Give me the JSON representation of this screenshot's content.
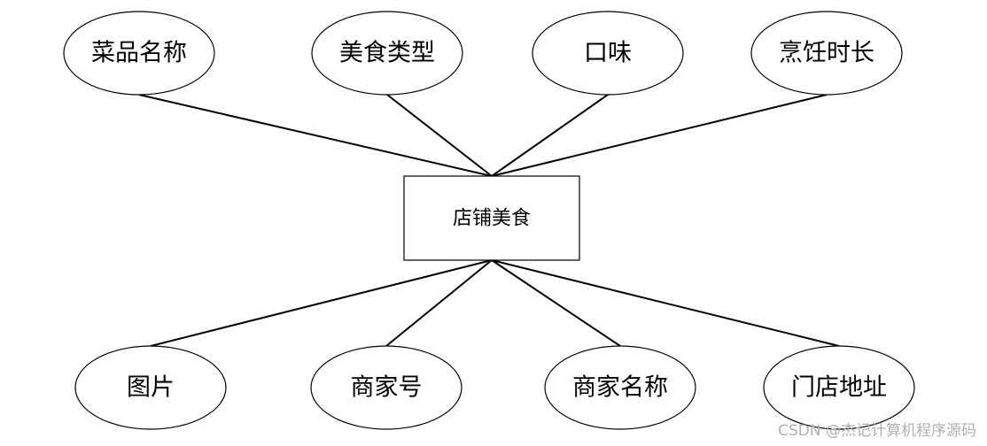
{
  "entity": {
    "name": "店铺美食"
  },
  "attributes": [
    {
      "label": "菜品名称"
    },
    {
      "label": "美食类型"
    },
    {
      "label": "口味"
    },
    {
      "label": "烹饪时长"
    },
    {
      "label": "图片"
    },
    {
      "label": "商家号"
    },
    {
      "label": "商家名称"
    },
    {
      "label": "门店地址"
    }
  ],
  "watermark": {
    "text": "CSDN @杰记计算机程序源码"
  },
  "colors": {
    "stroke": "#000000",
    "background": "#ffffff",
    "watermark": "#b0b0b0"
  }
}
